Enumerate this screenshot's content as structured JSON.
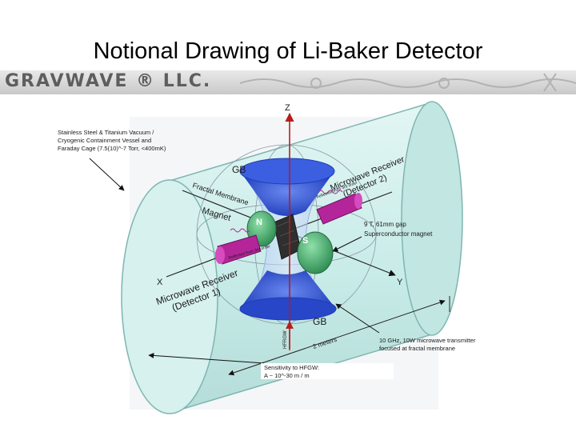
{
  "slide": {
    "title": "Notional Drawing of Li-Baker Detector",
    "logo_text": "GRAVWAVE ® LLC."
  },
  "diagram": {
    "axes": {
      "z": "Z",
      "x": "X",
      "y": "Y"
    },
    "vessel_note": [
      "Stainless Steel & Titanium Vacuum /",
      "Cryogenic Containment Vessel  and",
      "Faraday Cage (7.5(10)^-7 Torr, <400mK)"
    ],
    "gb_top": "GB",
    "gb_bottom": "GB",
    "fractal_membrane": [
      "Fractal Membrane"
    ],
    "magnet": "Magnet",
    "pole_n": "N",
    "pole_s": "S",
    "receiver_2": [
      "Microwave Receiver",
      "(Detector 2)"
    ],
    "receiver_1": [
      "Microwave Receiver",
      "(Detector 1)"
    ],
    "reflected_from_3rd": "Reflected from 3rd order",
    "magnet_spec": [
      "9 T, 61mm gap",
      "Superconductor magnet"
    ],
    "length": "2 meters",
    "hfrgw": "HFRGW",
    "transmitter_note": [
      "10 GHz, 10W microwave transmitter",
      "focused at fractal membrane"
    ],
    "sensitivity": [
      "Sensitivity to HFGW:",
      "A ~ 10^-30 m / m"
    ]
  },
  "colors": {
    "cylinder_fill": "#c8ece8",
    "cylinder_edge": "#7fb5b1",
    "cone_blue": "#2f54d6",
    "magnet_green": "#3fa86c",
    "receiver_magenta": "#b4259a",
    "axis_red": "#b71c1c"
  }
}
